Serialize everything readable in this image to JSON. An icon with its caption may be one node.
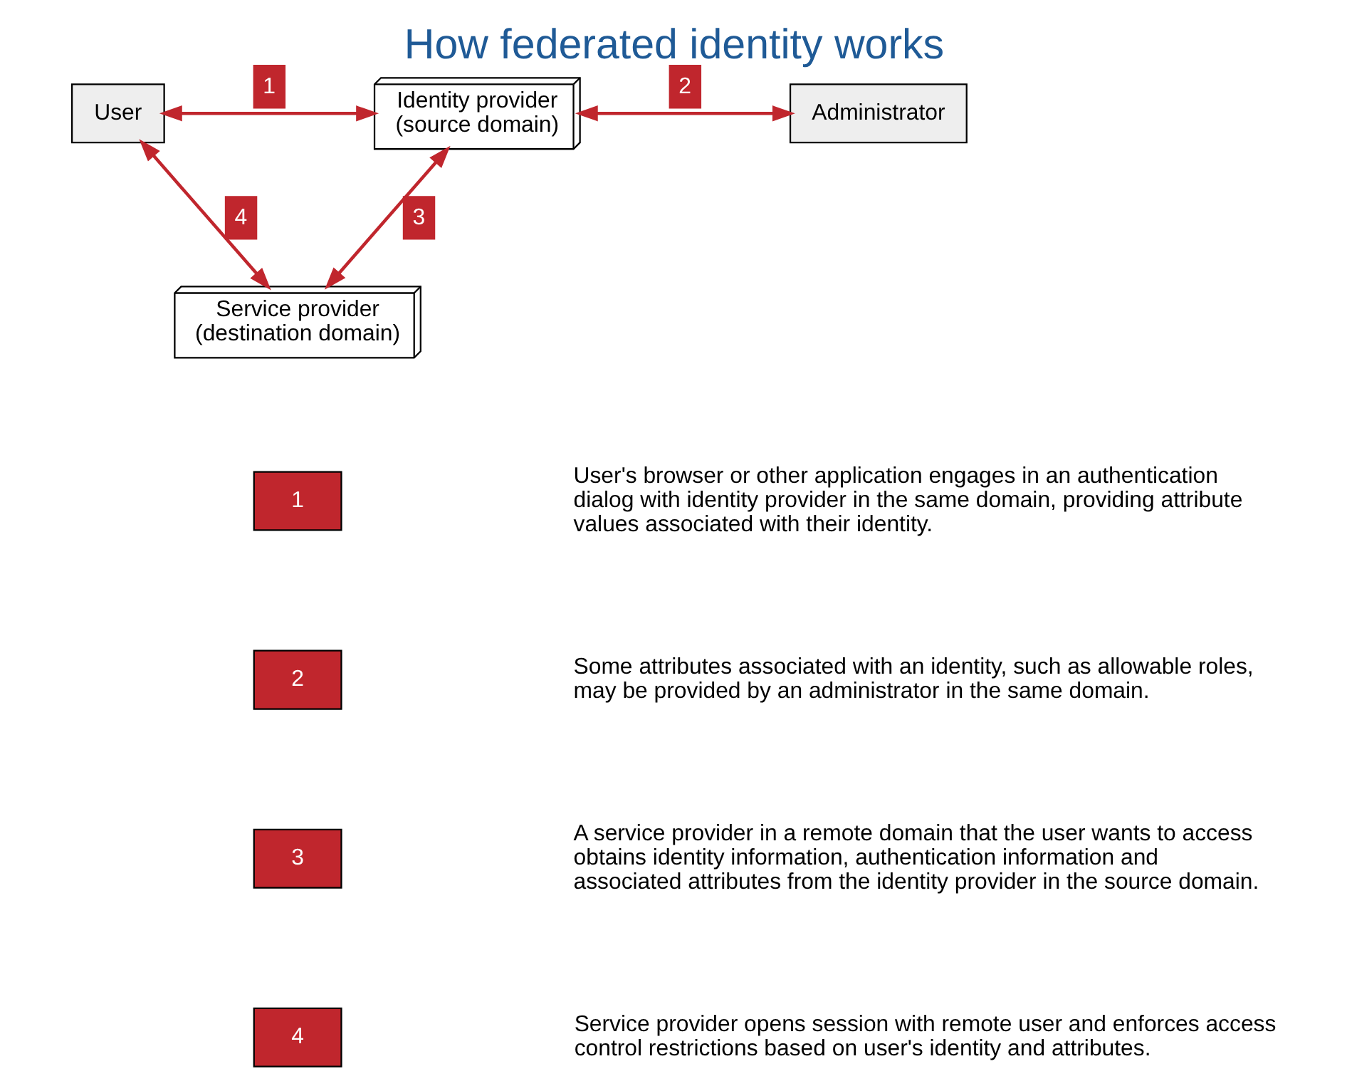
{
  "diagram": {
    "title": "How federated identity works",
    "nodes": [
      {
        "text": [
          "User"
        ]
      },
      {
        "text": [
          "Identity provider",
          "(source domain)"
        ]
      },
      {
        "text": [
          "Administrator"
        ]
      },
      {
        "text": [
          "Service provider",
          "(destination domain)"
        ]
      }
    ],
    "edges": [
      {
        "from": 0,
        "to": 1,
        "arrow": "both",
        "label": "1"
      },
      {
        "from": 1,
        "to": 2,
        "arrow": "both",
        "label": "2"
      },
      {
        "from": 3,
        "to": 1,
        "arrow": "both",
        "label": "3"
      },
      {
        "from": 0,
        "to": 3,
        "arrow": "both",
        "label": "4"
      }
    ],
    "labels": [
      "1",
      "User's browser or other application engages in an authentication dialog with identity provider in the same domain, providing attribute values associated with their identity.",
      "2",
      "Some attributes associated with an identity, such as allowable roles, may be provided by an administrator in the same domain.",
      "3",
      "A service provider in a remote domain that the user wants to access obtains identity information, authentication information and associated attributes from the identity provider in the source domain.",
      "4",
      "Service provider opens session with remote user and enforces access control restrictions based on user's identity and attributes."
    ]
  }
}
